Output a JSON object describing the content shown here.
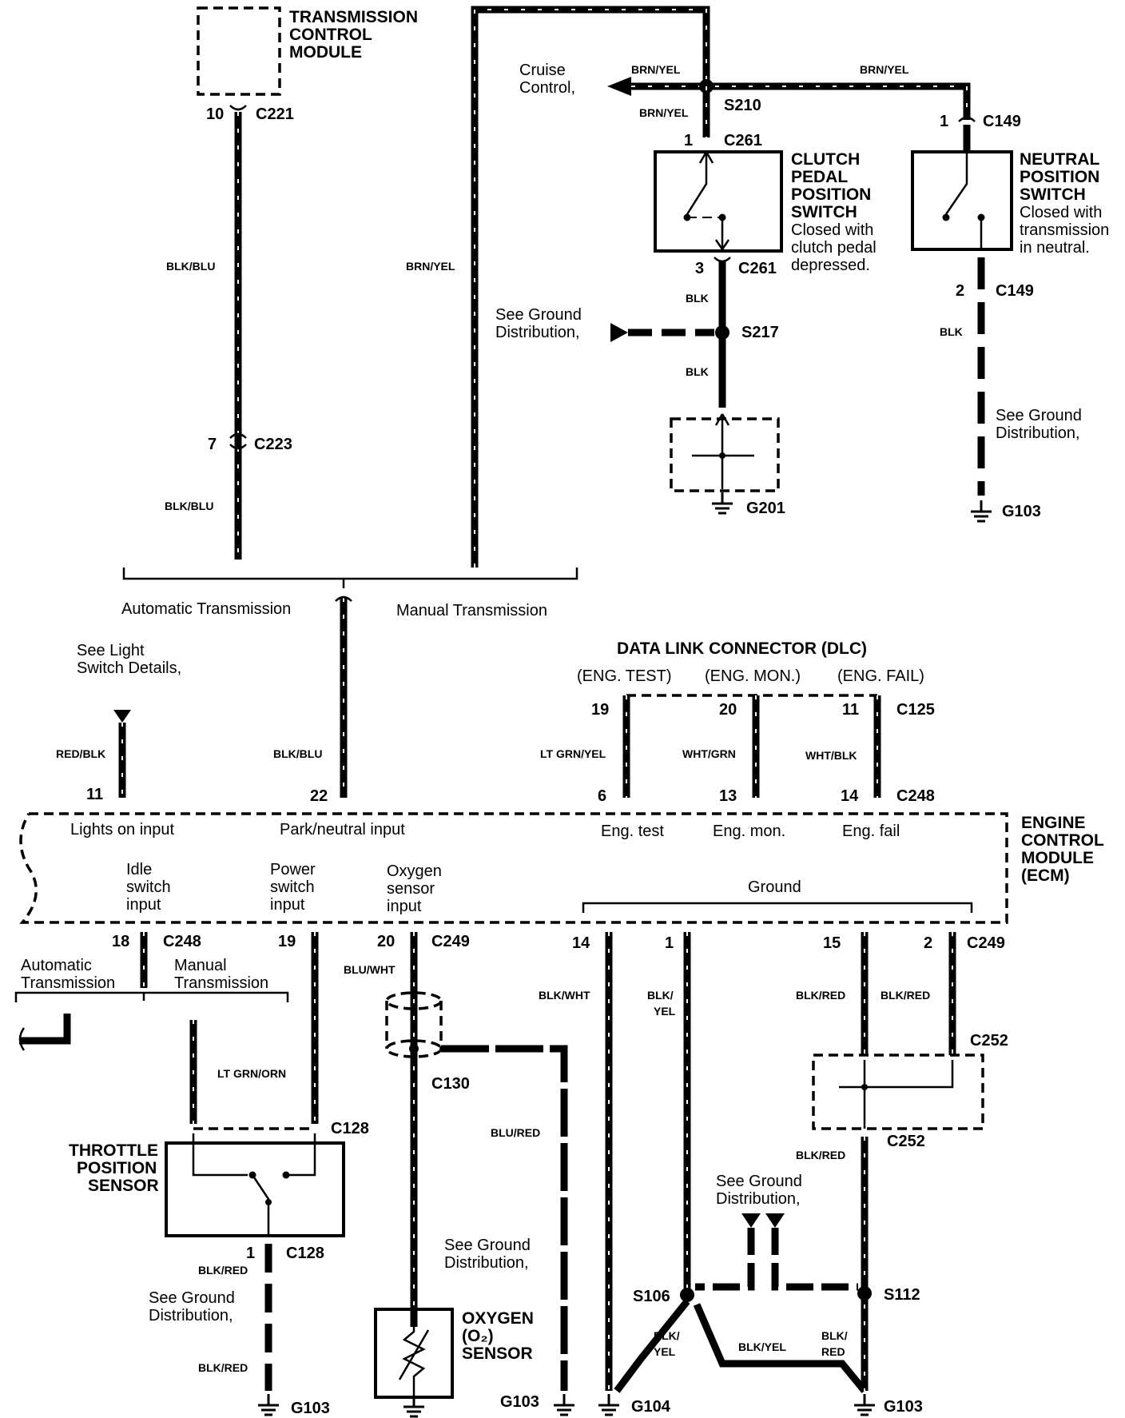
{
  "components": {
    "tcm": "TRANSMISSION CONTROL MODULE",
    "clutch_switch": [
      "CLUTCH",
      "PEDAL",
      "POSITION",
      "SWITCH",
      "Closed with",
      "clutch pedal",
      "depressed."
    ],
    "neutral_switch": [
      "NEUTRAL",
      "POSITION",
      "SWITCH",
      "Closed with",
      "transmission",
      "in neutral."
    ],
    "dlc": "DATA LINK CONNECTOR (DLC)",
    "dlc_modes": [
      "(ENG. TEST)",
      "(ENG. MON.)",
      "(ENG. FAIL)"
    ],
    "ecm": [
      "ENGINE",
      "CONTROL",
      "MODULE",
      "(ECM)"
    ],
    "tps": [
      "THROTTLE",
      "POSITION",
      "SENSOR"
    ],
    "o2": [
      "OXYGEN",
      "(O₂)",
      "SENSOR"
    ]
  },
  "ecm_inputs": {
    "lights": "Lights on input",
    "park": "Park/neutral input",
    "eng_test": "Eng. test",
    "eng_mon": "Eng. mon.",
    "eng_fail": "Eng. fail",
    "idle": [
      "Idle",
      "switch",
      "input"
    ],
    "power": [
      "Power",
      "switch",
      "input"
    ],
    "oxygen": [
      "Oxygen",
      "sensor",
      "input"
    ],
    "ground": "Ground"
  },
  "notes": {
    "cruise": [
      "Cruise",
      "Control,"
    ],
    "see_ground": [
      "See Ground",
      "Distribution,"
    ],
    "see_light": [
      "See Light",
      "Switch Details,"
    ],
    "auto_trans": "Automatic Transmission",
    "manual_trans": "Manual Transmission",
    "auto_trans_2": [
      "Automatic",
      "Transmission"
    ],
    "manual_trans_2": [
      "Manual",
      "Transmission"
    ]
  },
  "connectors": {
    "c221": "C221",
    "c223": "C223",
    "s210": "S210",
    "c261a": "C261",
    "c261b": "C261",
    "c149a": "C149",
    "c149b": "C149",
    "s217": "S217",
    "g201": "G201",
    "g103_top": "G103",
    "c125": "C125",
    "c248_top": "C248",
    "c248_bot": "C248",
    "c249_left": "C249",
    "c249_right": "C249",
    "c252a": "C252",
    "c252b": "C252",
    "c130": "C130",
    "c128a": "C128",
    "c128b": "C128",
    "s106": "S106",
    "s112": "S112",
    "g103_a": "G103",
    "g103_b": "G103",
    "g104": "G104",
    "g103_c": "G103"
  },
  "pins": {
    "p10": "10",
    "p7": "7",
    "p1_c261": "1",
    "p3_c261": "3",
    "p1_c149": "1",
    "p2_c149": "2",
    "p19_dlc": "19",
    "p20_dlc": "20",
    "p11_dlc": "11",
    "p6": "6",
    "p13": "13",
    "p14_c248": "14",
    "p11_light": "11",
    "p22": "22",
    "p18": "18",
    "p19_ecm": "19",
    "p20_ecm": "20",
    "p14_gnd": "14",
    "p1_gnd": "1",
    "p15": "15",
    "p2_gnd": "2",
    "p1_tps": "1"
  },
  "wires": {
    "blk_blu_1": "BLK/BLU",
    "blk_blu_2": "BLK/BLU",
    "brn_yel_vert": "BRN/YEL",
    "brn_yel_left": "BRN/YEL",
    "brn_yel_right": "BRN/YEL",
    "brn_yel_short": "BRN/YEL",
    "blk_1": "BLK",
    "blk_2": "BLK",
    "blk_3": "BLK",
    "red_blk": "RED/BLK",
    "blk_blu_3": "BLK/BLU",
    "lt_grn_yel": "LT GRN/YEL",
    "wht_grn": "WHT/GRN",
    "wht_blk": "WHT/BLK",
    "blu_wht": "BLU/WHT",
    "blk_wht": "BLK/WHT",
    "blk_yel_a": [
      "BLK/",
      "YEL"
    ],
    "blk_red_a": "BLK/RED",
    "blk_red_b": "BLK/RED",
    "blk_red_c": "BLK/RED",
    "lt_grn_orn": "LT GRN/ORN",
    "blu_red": "BLU/RED",
    "blk_red_tps1": "BLK/RED",
    "blk_red_tps2": "BLK/RED",
    "blk_yel_b": [
      "BLK/",
      "YEL"
    ],
    "blk_yel_c": "BLK/YEL",
    "blk_red_d": [
      "BLK/",
      "RED"
    ]
  }
}
